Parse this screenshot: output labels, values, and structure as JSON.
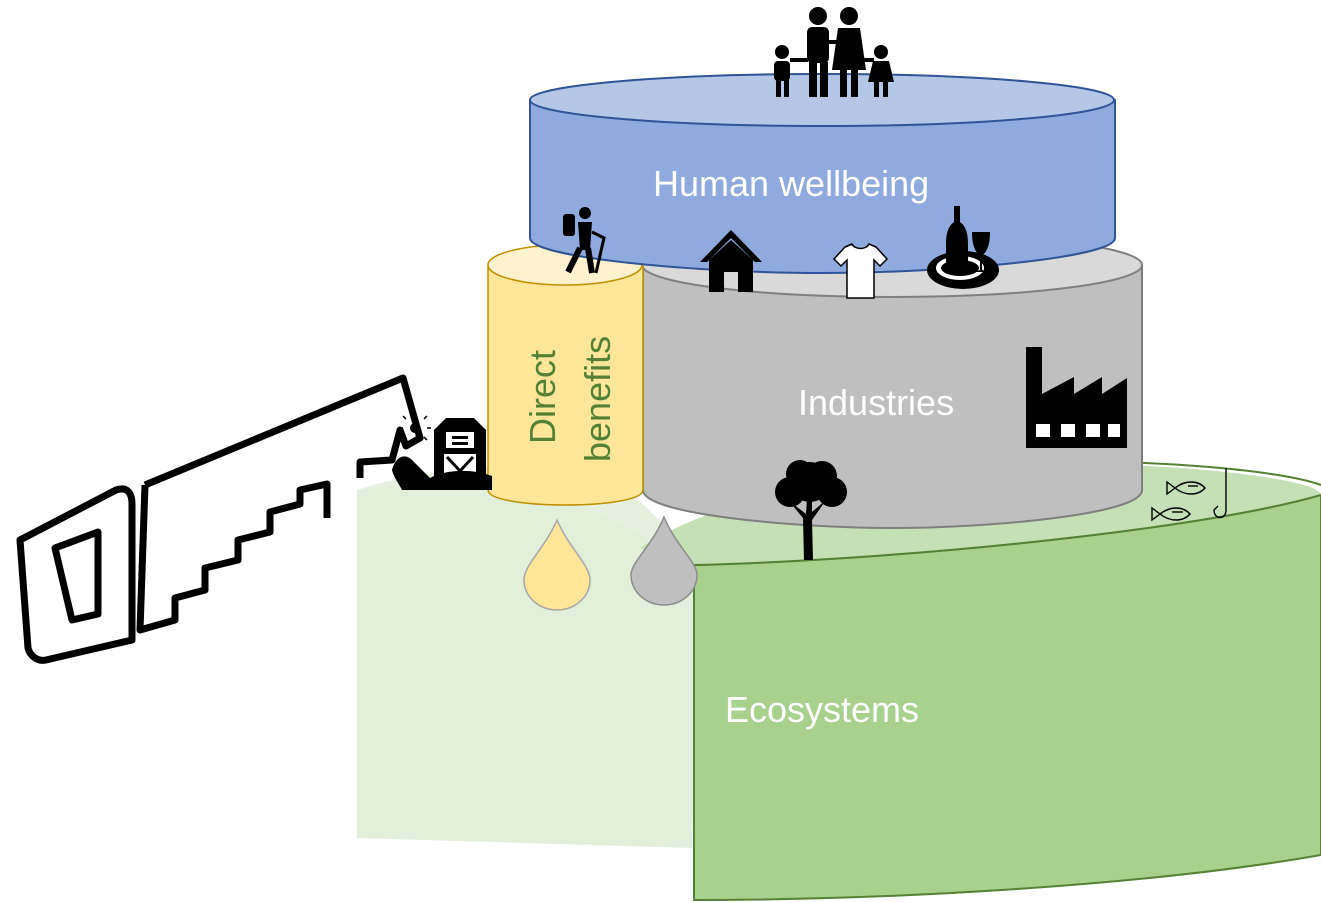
{
  "labels": {
    "human_wellbeing": "Human wellbeing",
    "industries": "Industries",
    "direct_benefits_line1": "Direct",
    "direct_benefits_line2": "benefits",
    "ecosystems": "Ecosystems"
  },
  "colors": {
    "human_wellbeing": "#8faadc",
    "human_wellbeing_top": "#b4c7e7",
    "industries": "#bfbfbf",
    "industries_top": "#d9d9d9",
    "direct_benefits": "#ffe699",
    "direct_benefits_label": "#548235",
    "ecosystems": "#a9d18e",
    "ecosystems_top": "#c5e0b4",
    "ecosystems_cut": "#e2efda",
    "drop_yellow": "#ffe699",
    "drop_gray": "#bfbfbf",
    "outline_blue": "#2f5597",
    "outline_gray": "#7f7f7f",
    "outline_green": "#548235",
    "outline_yellow": "#bf9000"
  },
  "icons": [
    "family-icon",
    "hiker-icon",
    "house-icon",
    "tshirt-icon",
    "food-wine-icon",
    "factory-icon",
    "tree-icon",
    "fish-hook-icon",
    "barn-icon",
    "saw-icon",
    "water-drop-icon"
  ]
}
